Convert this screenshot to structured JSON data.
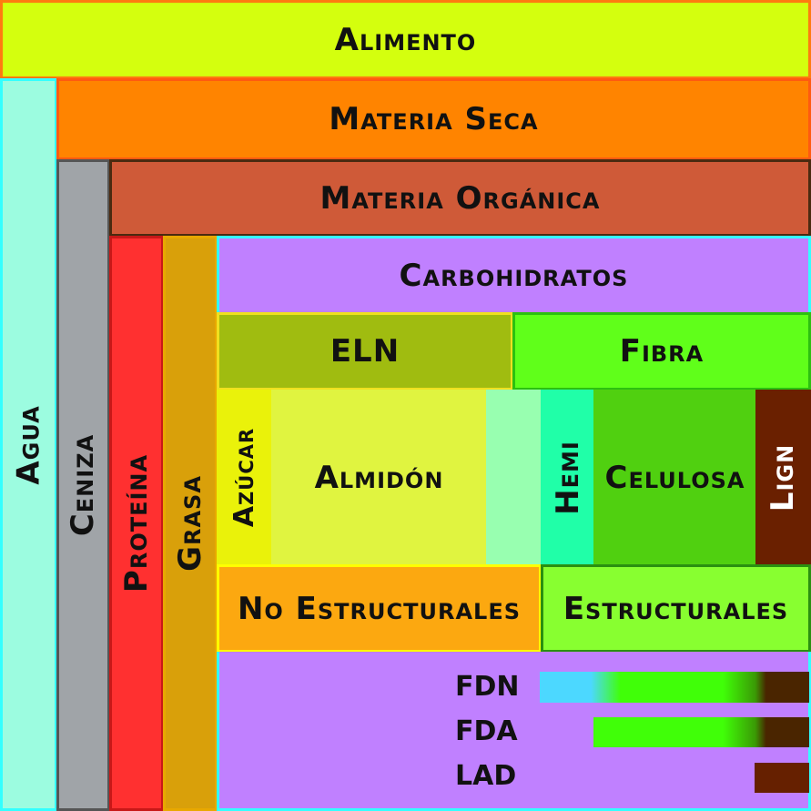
{
  "blocks": {
    "alimento": "Alimento",
    "agua": "Agua",
    "materia_seca": "Materia Seca",
    "ceniza": "Ceniza",
    "materia_organica": "Materia Orgánica",
    "proteina": "Proteína",
    "grasa": "Grasa",
    "carbohidratos": "Carbohidratos",
    "eln": "ELN",
    "fibra": "Fibra",
    "azucar": "Azúcar",
    "almidon": "Almidón",
    "hemi": "Hemi",
    "celulosa": "Celulosa",
    "lign": "Lign",
    "no_estructurales": "No Estructurales",
    "estructurales": "Estructurales"
  },
  "legend": {
    "fdn": "FDN",
    "fda": "FDA",
    "lad": "LAD"
  },
  "colors": {
    "alimento": "#d4ff0e",
    "agua": "#9cfce0",
    "materia_seca": "#ff8400",
    "ceniza": "#a0a4a8",
    "materia_organica": "#cf5a38",
    "proteina": "#ff3030",
    "grasa": "#d9a00a",
    "carbohidratos": "#c080ff",
    "lignina": "#662000"
  }
}
